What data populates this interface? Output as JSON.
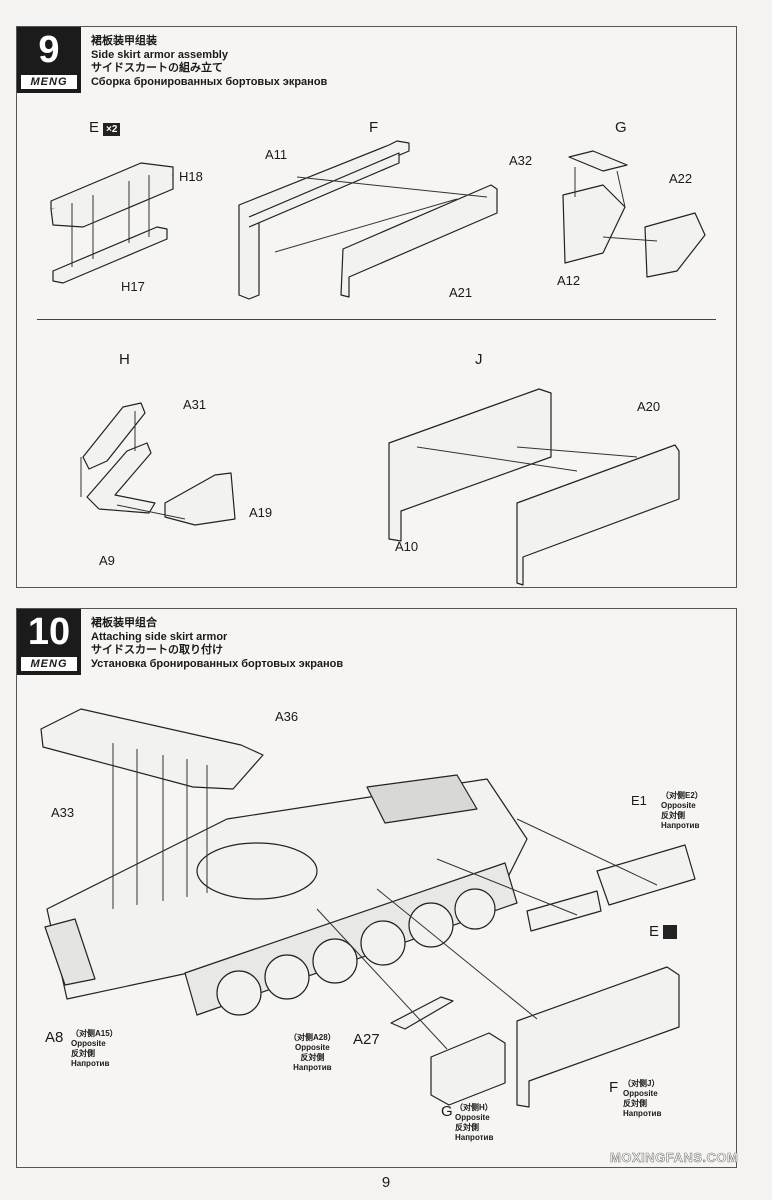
{
  "step9": {
    "number": "9",
    "brand": "MENG",
    "title_cn": "裙板装甲组装",
    "title_en": "Side skirt armor assembly",
    "title_jp": "サイドスカートの組み立て",
    "title_ru": "Сборка бронированных бортовых экранов",
    "sub_e": "E",
    "sub_e_qty": "×2",
    "sub_f": "F",
    "sub_g": "G",
    "sub_h": "H",
    "sub_j": "J",
    "parts": {
      "h18": "H18",
      "h17": "H17",
      "a11": "A11",
      "a21": "A21",
      "a32": "A32",
      "a22": "A22",
      "a12": "A12",
      "a31": "A31",
      "a19": "A19",
      "a9": "A9",
      "a20": "A20",
      "a10": "A10"
    }
  },
  "step10": {
    "number": "10",
    "brand": "MENG",
    "title_cn": "裙板装甲组合",
    "title_en": "Attaching side skirt armor",
    "title_jp": "サイドスカートの取り付け",
    "title_ru": "Установка бронированных бортовых экранов",
    "parts": {
      "a36": "A36",
      "a33": "A33",
      "e1": "E1",
      "e": "E",
      "a8": "A8",
      "a27": "A27",
      "g": "G",
      "f": "F"
    },
    "notes": {
      "e1_opp": "（对侧E2）",
      "a8_opp": "（对侧A15）",
      "a28_opp": "（对侧A28）",
      "g_opp": "（对侧H）",
      "f_opp": "（对侧J）",
      "opposite_en": "Opposite",
      "opposite_jp": "反対側",
      "opposite_ru": "Напротив"
    }
  },
  "page_number": "9",
  "watermark": "MOXINGFANS.COM"
}
